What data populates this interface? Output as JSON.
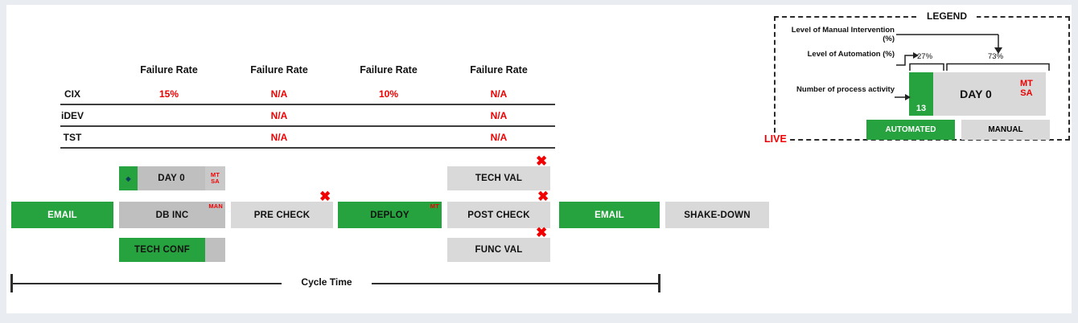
{
  "colors": {
    "green": "#26A33E",
    "gray": "#BFBFBF",
    "light_gray": "#D9D9D9",
    "red": "#F00000"
  },
  "icons": {
    "x_mark": "✖",
    "diamond": "◈"
  },
  "failure_table": {
    "header": "Failure Rate",
    "rows": [
      {
        "label": "CIX",
        "v1": "15%",
        "v2": "N/A",
        "v3": "10%",
        "v4": "N/A"
      },
      {
        "label": "iDEV",
        "v1": "",
        "v2": "N/A",
        "v3": "",
        "v4": "N/A"
      },
      {
        "label": "TST",
        "v1": "",
        "v2": "N/A",
        "v3": "",
        "v4": "N/A"
      }
    ]
  },
  "flow": {
    "email_1": "EMAIL",
    "day0": {
      "label": "DAY 0",
      "tag_top": "MT",
      "tag_bottom": "SA"
    },
    "db_inc": {
      "label": "DB INC",
      "tag": "MAN"
    },
    "tech_conf": "TECH CONF",
    "pre_check": "PRE CHECK",
    "deploy": {
      "label": "DEPLOY",
      "tag": "MT"
    },
    "tech_val": "TECH VAL",
    "post_check": "POST CHECK",
    "func_val": "FUNC VAL",
    "email_2": "EMAIL",
    "shake_down": "SHAKE-DOWN"
  },
  "cycle_time_label": "Cycle Time",
  "legend": {
    "title": "LEGEND",
    "manual_intervention_label": "Level of Manual Intervention (%)",
    "automation_label": "Level of Automation (%)",
    "automation_pct": "27%",
    "manual_pct": "73%",
    "activity_count": "13",
    "sample_label": "DAY 0",
    "tag_top": "MT",
    "tag_bottom": "SA",
    "process_activity_label": "Number of process activity",
    "automated_label": "AUTOMATED",
    "manual_label": "MANUAL",
    "live_label": "LIVE"
  }
}
